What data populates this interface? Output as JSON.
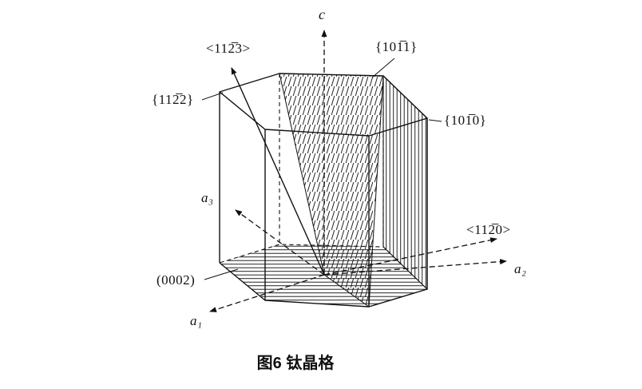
{
  "figure": {
    "caption": "图6 钛晶格"
  },
  "labels": {
    "c_axis": "c",
    "a1_axis": "a₁",
    "a2_axis": "a₂",
    "a3_axis": "a₃",
    "dir_1123": "<112̅3>",
    "dir_1120": "<112̅0>",
    "plane_1011": "{101̅1}",
    "plane_1122": "{112̅2}",
    "plane_1010": "{101̅0}",
    "plane_0002": "(0002)"
  },
  "colors": {
    "ink": "#111111",
    "background": "#ffffff"
  }
}
